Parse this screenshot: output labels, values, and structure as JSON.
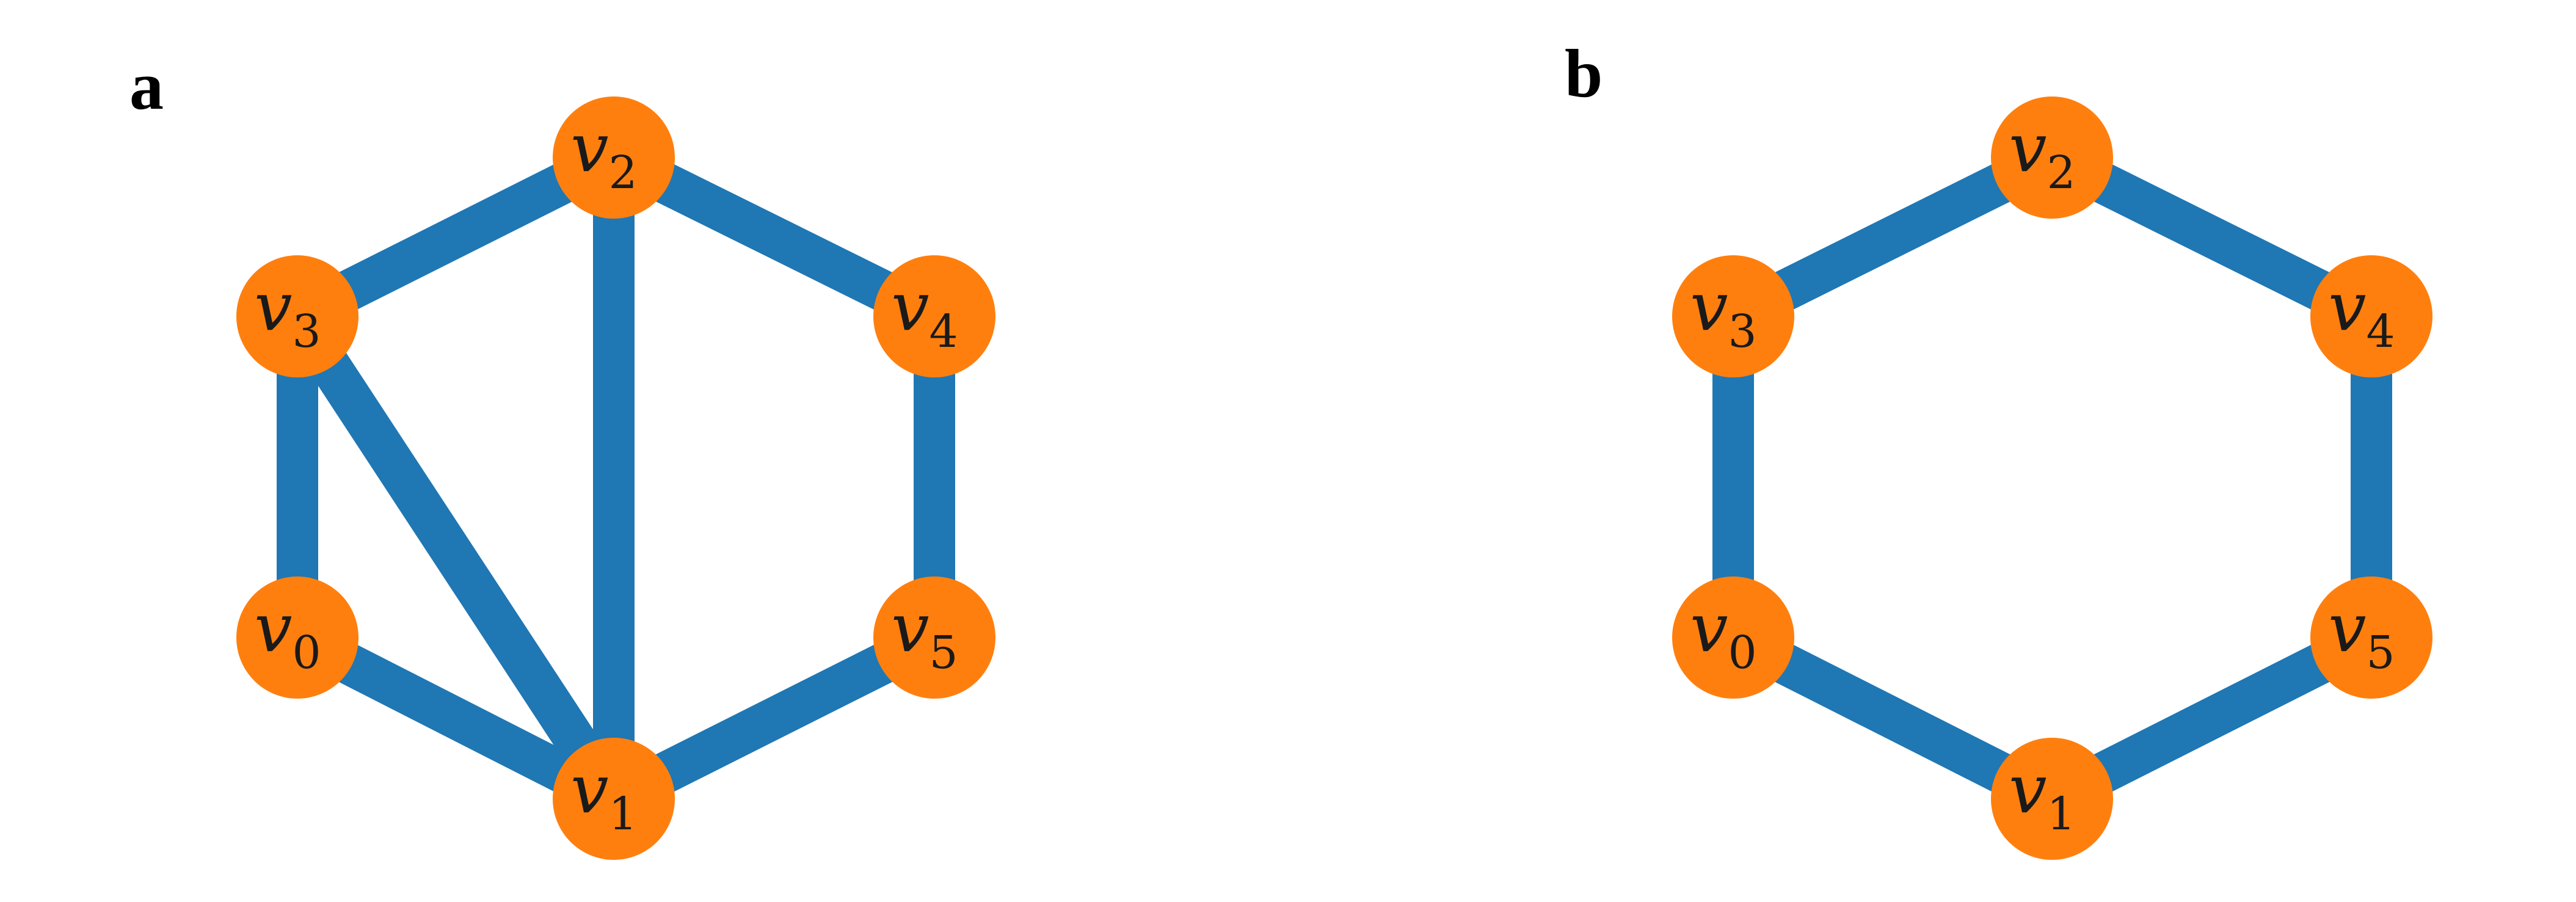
{
  "colors": {
    "edge": "#1f77b4",
    "node": "#ff7f0e",
    "text": "#1a1a1a"
  },
  "panels": [
    {
      "id": "a",
      "label": "a",
      "nodes": [
        {
          "id": "v0",
          "base": "v",
          "sub": "0"
        },
        {
          "id": "v1",
          "base": "v",
          "sub": "1"
        },
        {
          "id": "v2",
          "base": "v",
          "sub": "2"
        },
        {
          "id": "v3",
          "base": "v",
          "sub": "3"
        },
        {
          "id": "v4",
          "base": "v",
          "sub": "4"
        },
        {
          "id": "v5",
          "base": "v",
          "sub": "5"
        }
      ],
      "edges": [
        [
          "v3",
          "v2"
        ],
        [
          "v2",
          "v4"
        ],
        [
          "v2",
          "v1"
        ],
        [
          "v3",
          "v0"
        ],
        [
          "v3",
          "v1"
        ],
        [
          "v4",
          "v5"
        ],
        [
          "v0",
          "v1"
        ],
        [
          "v1",
          "v5"
        ]
      ]
    },
    {
      "id": "b",
      "label": "b",
      "nodes": [
        {
          "id": "v0",
          "base": "v",
          "sub": "0"
        },
        {
          "id": "v1",
          "base": "v",
          "sub": "1"
        },
        {
          "id": "v2",
          "base": "v",
          "sub": "2"
        },
        {
          "id": "v3",
          "base": "v",
          "sub": "3"
        },
        {
          "id": "v4",
          "base": "v",
          "sub": "4"
        },
        {
          "id": "v5",
          "base": "v",
          "sub": "5"
        }
      ],
      "edges": [
        [
          "v3",
          "v2"
        ],
        [
          "v2",
          "v4"
        ],
        [
          "v3",
          "v0"
        ],
        [
          "v4",
          "v5"
        ],
        [
          "v0",
          "v1"
        ],
        [
          "v1",
          "v5"
        ]
      ]
    }
  ]
}
